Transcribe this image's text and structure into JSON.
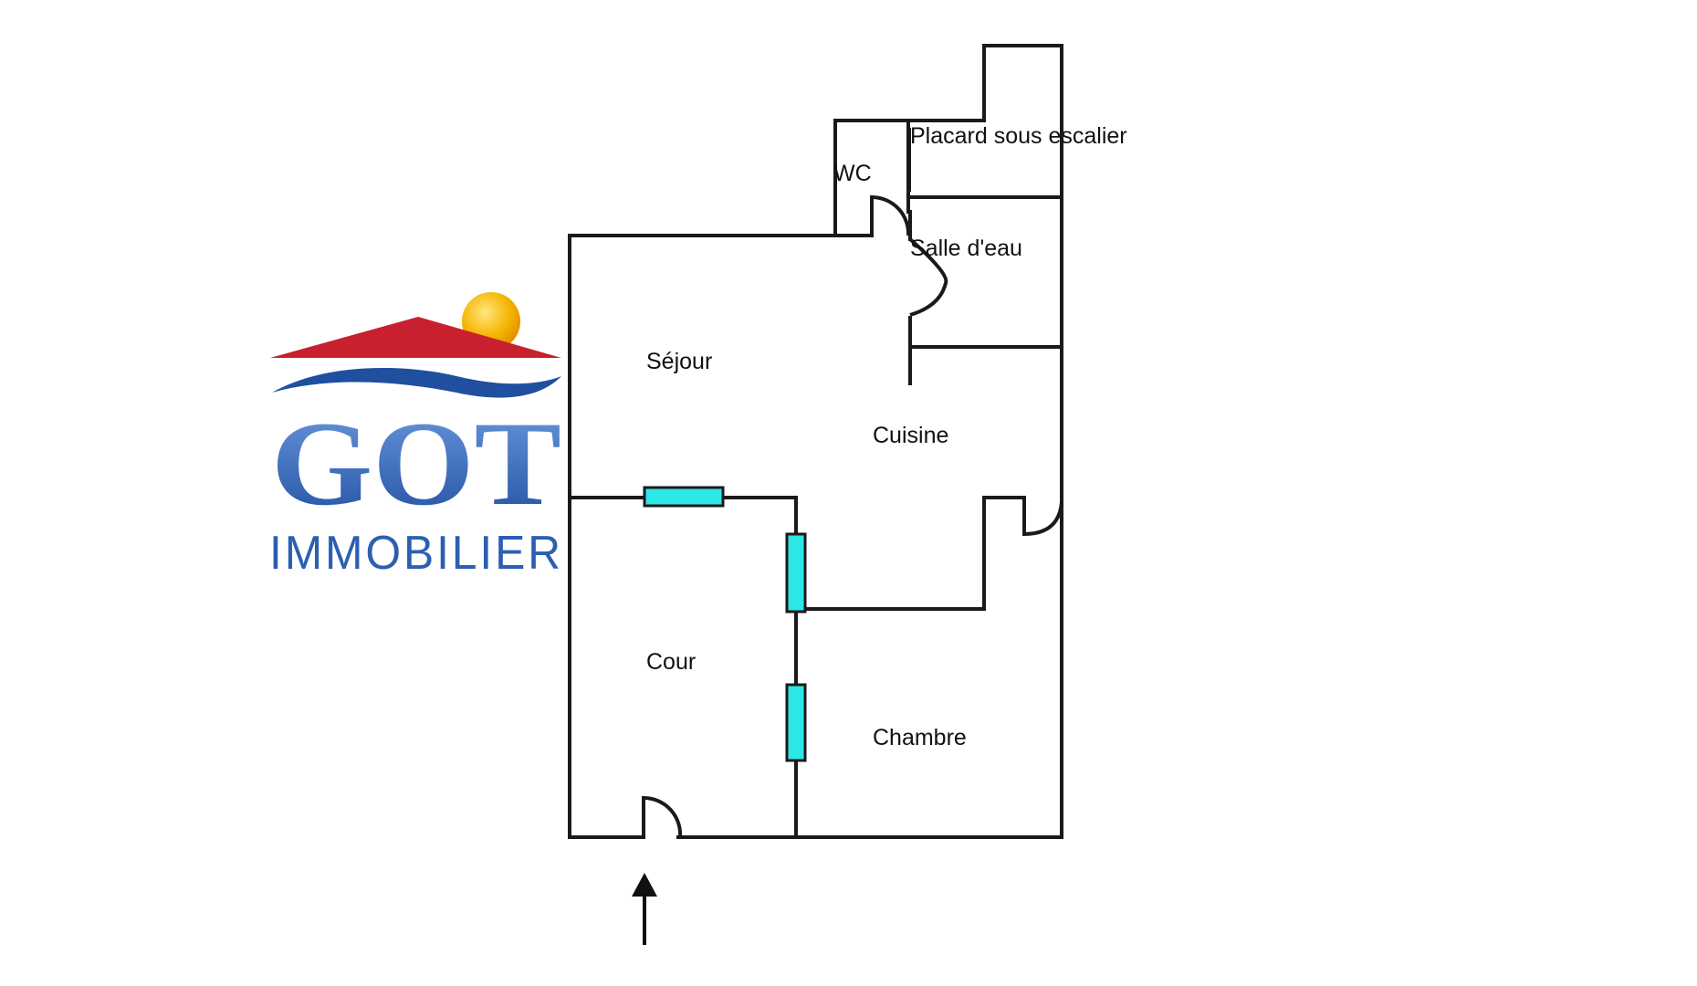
{
  "logo": {
    "name": "GOT",
    "subtitle": "IMMOBILIER",
    "colors": {
      "roof": "#c8202f",
      "sun": "#f5b400",
      "wave": "#1f4f9e",
      "text": "#2c5fb0"
    }
  },
  "rooms": {
    "placard": "Placard sous escalier",
    "wc": "WC",
    "salle_eau": "Salle d'eau",
    "sejour": "Séjour",
    "cuisine": "Cuisine",
    "cour": "Cour",
    "chambre": "Chambre"
  },
  "colors": {
    "wall": "#1a1a1a",
    "window": "#2ee6e6"
  },
  "entrance_arrow": "arrow-up-icon"
}
